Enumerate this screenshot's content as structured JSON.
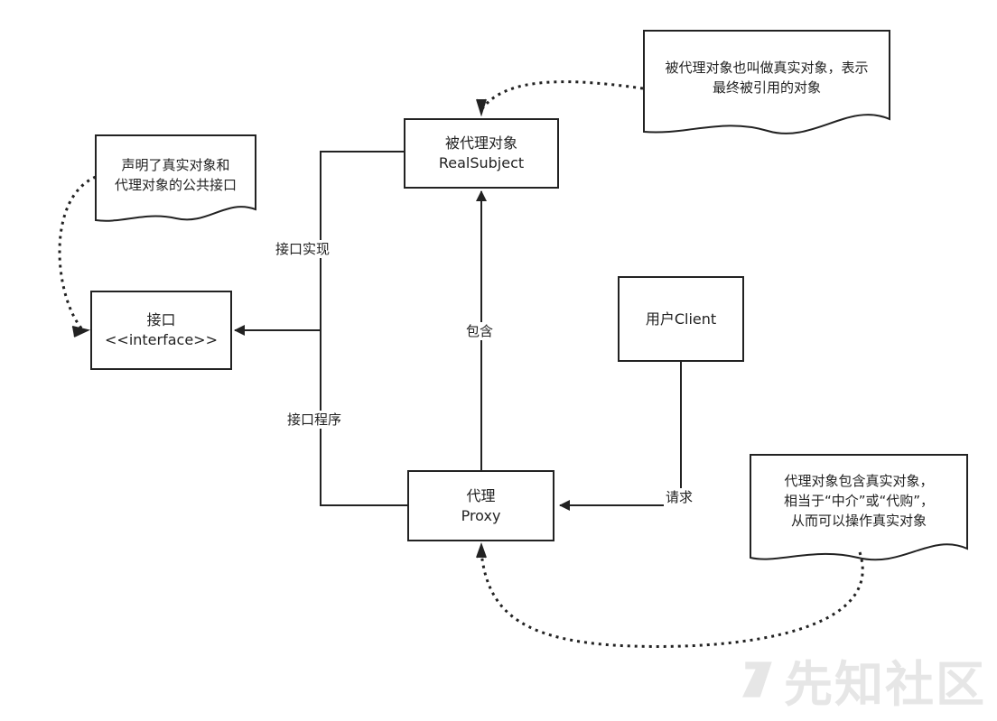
{
  "nodes": {
    "real_subject": {
      "title": "被代理对象",
      "subtitle": "RealSubject"
    },
    "interface": {
      "title": "接口",
      "subtitle": "<<interface>>"
    },
    "proxy": {
      "title": "代理",
      "subtitle": "Proxy"
    },
    "client": {
      "title": "用户Client"
    }
  },
  "notes": {
    "real_subject_note": {
      "line1": "被代理对象也叫做真实对象，表示",
      "line2": "最终被引用的对象"
    },
    "interface_note": {
      "line1": "声明了真实对象和",
      "line2": "代理对象的公共接口"
    },
    "proxy_note": {
      "line1": "代理对象包含真实对象，",
      "line2": "相当于“中介”或“代购”，",
      "line3": "从而可以操作真实对象"
    }
  },
  "edges": {
    "implements_label": "接口实现",
    "program_label": "接口程序",
    "contains_label": "包含",
    "request_label": "请求"
  },
  "watermark": {
    "text": "先知社区"
  },
  "colors": {
    "stroke": "#222222",
    "watermark": "#e6e6e6"
  }
}
